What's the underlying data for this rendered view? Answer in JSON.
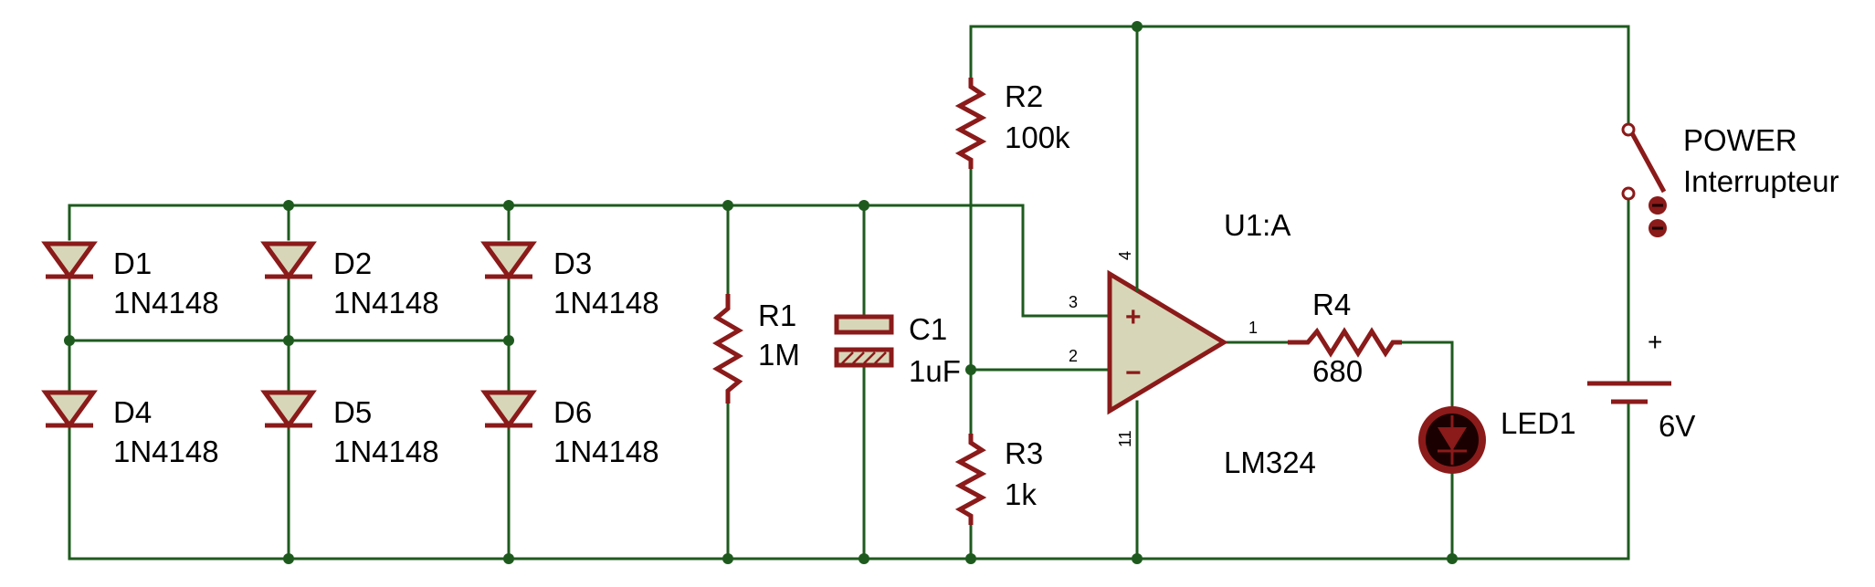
{
  "components": {
    "d1": {
      "ref": "D1",
      "value": "1N4148"
    },
    "d2": {
      "ref": "D2",
      "value": "1N4148"
    },
    "d3": {
      "ref": "D3",
      "value": "1N4148"
    },
    "d4": {
      "ref": "D4",
      "value": "1N4148"
    },
    "d5": {
      "ref": "D5",
      "value": "1N4148"
    },
    "d6": {
      "ref": "D6",
      "value": "1N4148"
    },
    "r1": {
      "ref": "R1",
      "value": "1M"
    },
    "c1": {
      "ref": "C1",
      "value": "1uF"
    },
    "r2": {
      "ref": "R2",
      "value": "100k"
    },
    "r3": {
      "ref": "R3",
      "value": "1k"
    },
    "r4": {
      "ref": "R4",
      "value": "680"
    },
    "u1": {
      "ref": "U1:A",
      "value": "LM324"
    },
    "led1": {
      "ref": "LED1"
    },
    "switch": {
      "ref": "POWER",
      "value": "Interrupteur"
    },
    "battery": {
      "value": "6V",
      "polarity": "+"
    }
  },
  "opamp_pins": {
    "noninv": "3",
    "inv": "2",
    "out": "1",
    "vpos": "4",
    "vneg": "11",
    "plus_sign": "+",
    "minus_sign": "−"
  },
  "colors": {
    "wire": "#1e5a1e",
    "component": "#8b1a1a",
    "fill": "#d8d6b8"
  }
}
